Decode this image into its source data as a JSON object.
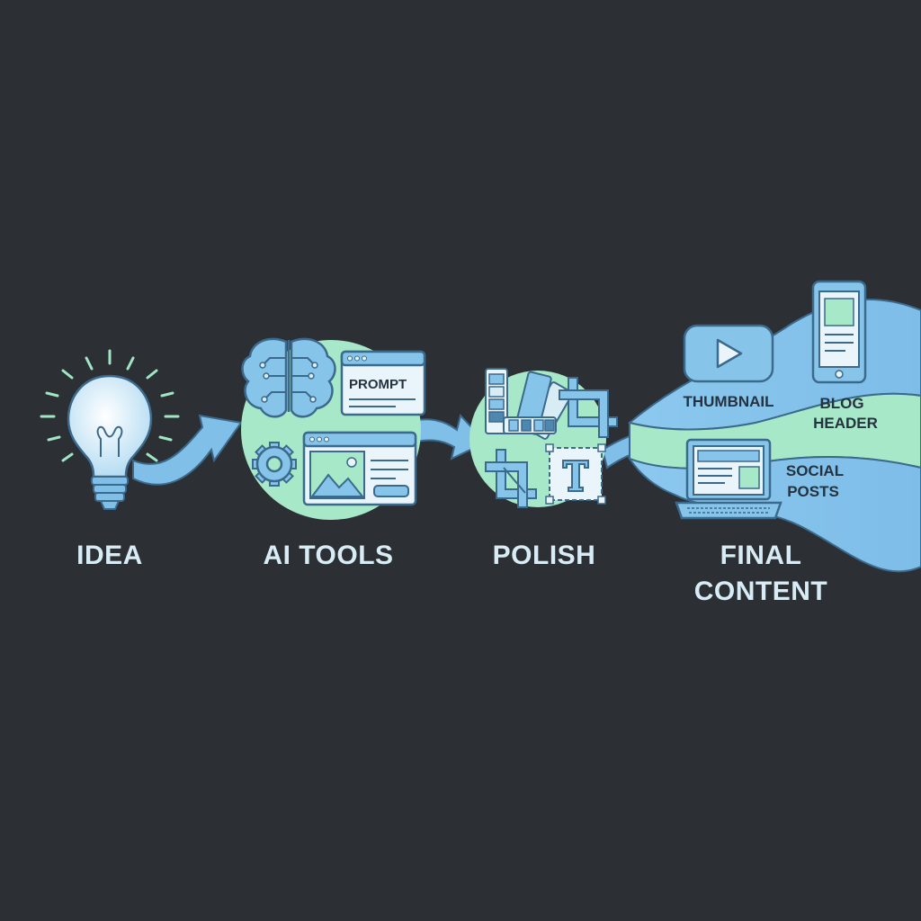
{
  "stages": [
    {
      "id": "idea",
      "label": "IDEA"
    },
    {
      "id": "ai_tools",
      "label": "AI TOOLS"
    },
    {
      "id": "polish",
      "label": "POLISH"
    },
    {
      "id": "final",
      "label_line1": "FINAL",
      "label_line2": "CONTENT"
    }
  ],
  "ai_tools": {
    "prompt_label": "PROMPT"
  },
  "outputs": {
    "thumbnail": "THUMBNAIL",
    "blog_line1": "BLOG",
    "blog_line2": "HEADER",
    "social_line1": "SOCIAL",
    "social_line2": "POSTS"
  },
  "icons": [
    "lightbulb-icon",
    "brain-icon",
    "gear-icon",
    "browser-prompt-icon",
    "image-editor-icon",
    "color-swatch-icon",
    "crop-icon",
    "text-tool-icon",
    "play-video-icon",
    "phone-icon",
    "laptop-icon"
  ],
  "colors": {
    "background": "#2c2f33",
    "blue": "#7fbfe8",
    "light_blue": "#cce6f7",
    "green": "#9fe6c4",
    "outline": "#3c6a8c",
    "label": "#d8ecf6"
  }
}
